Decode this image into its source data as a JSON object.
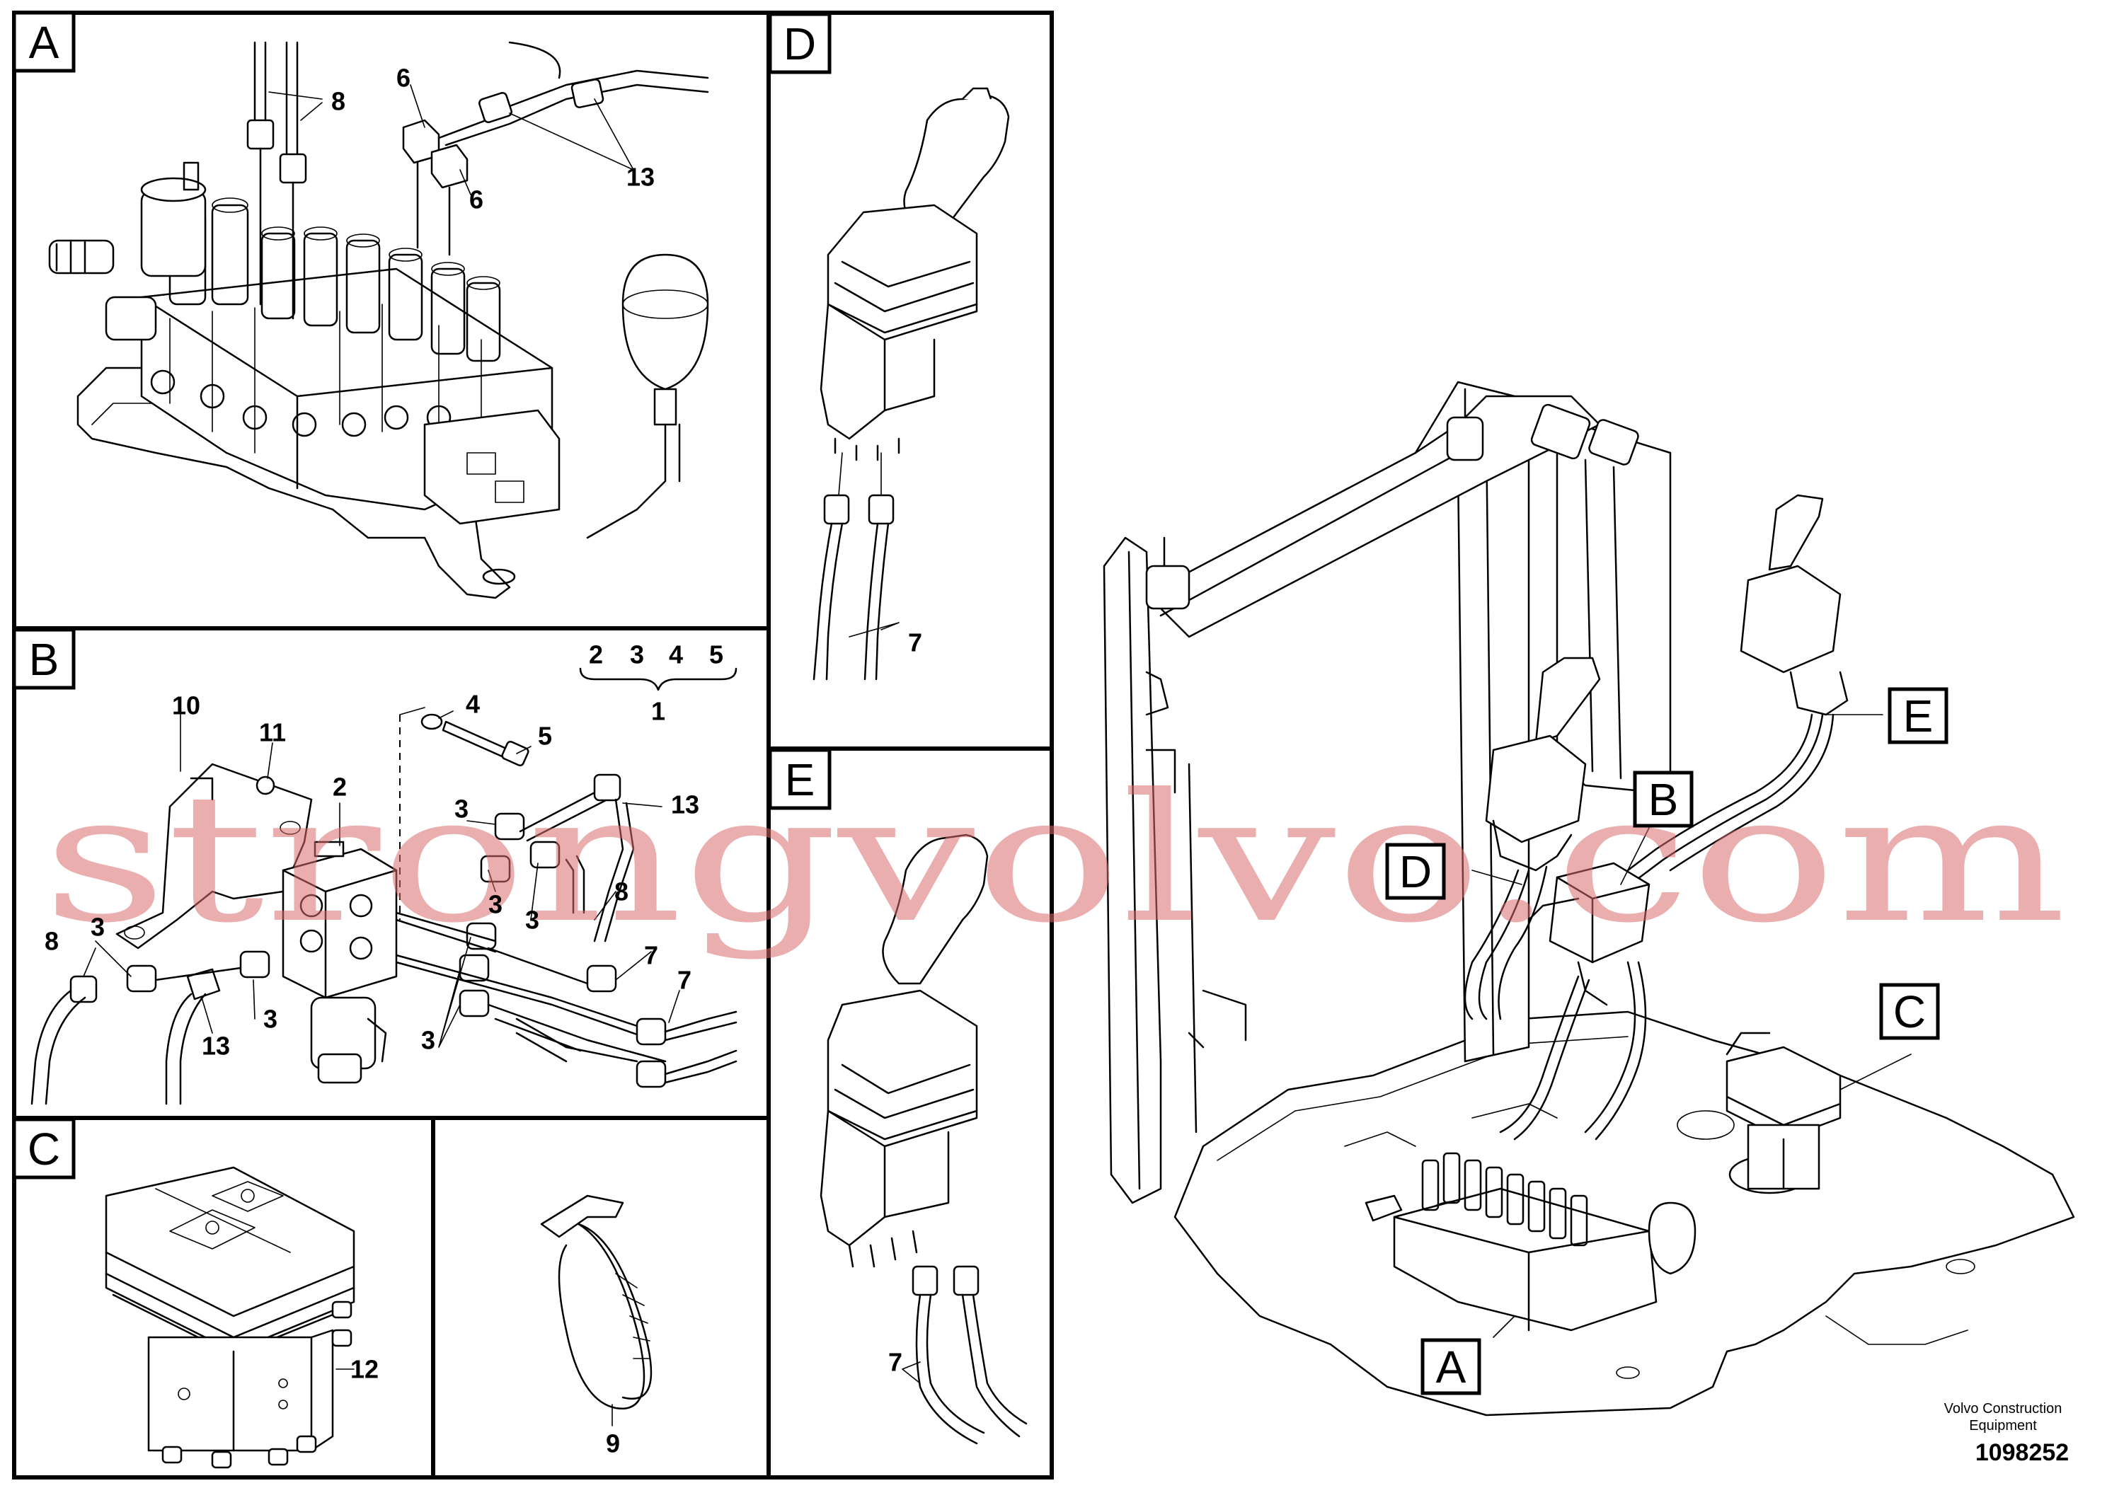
{
  "panels": {
    "a": {
      "letter": "A"
    },
    "b": {
      "letter": "B"
    },
    "c": {
      "letter": "C"
    },
    "d": {
      "letter": "D"
    },
    "e": {
      "letter": "E"
    }
  },
  "callouts": {
    "a_8": "8",
    "a_6_top": "6",
    "a_6_bottom": "6",
    "a_13": "13",
    "b_10": "10",
    "b_11": "11",
    "b_2": "2",
    "b_4": "4",
    "b_5": "5",
    "b_group_2": "2",
    "b_group_3": "3",
    "b_group_4": "4",
    "b_group_5": "5",
    "b_group_1": "1",
    "b_3_a": "3",
    "b_3_b": "3",
    "b_3_c": "3",
    "b_3_d": "3",
    "b_3_e": "3",
    "b_3_f": "3",
    "b_13_top": "13",
    "b_13_bottom": "13",
    "b_8_right": "8",
    "b_8_left": "8",
    "b_7_a": "7",
    "b_7_b": "7",
    "c_12": "12",
    "panel9_9": "9",
    "d_7": "7",
    "e_7": "7"
  },
  "overview": {
    "label_a": "A",
    "label_b": "B",
    "label_c": "C",
    "label_d": "D",
    "label_e": "E"
  },
  "footer": {
    "company_line1": "Volvo Construction",
    "company_line2": "Equipment",
    "doc_number": "1098252"
  },
  "watermark": {
    "text": "strongvolvo.com"
  }
}
